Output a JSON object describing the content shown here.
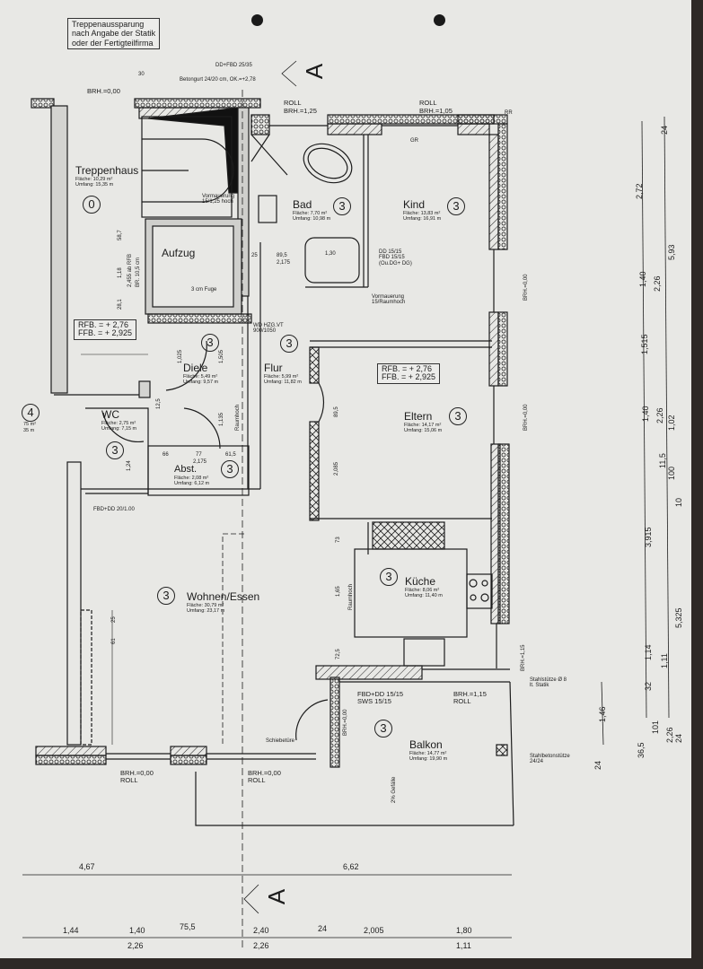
{
  "colors": {
    "paper": "#e8e8e5",
    "ink": "#1c1c1c",
    "background": "#2e2926"
  },
  "callout": {
    "lines": [
      "Treppenaussparung",
      "nach Angabe der Statik",
      "oder der Fertigteilfirma"
    ]
  },
  "section_mark": "A",
  "area_labels": {
    "flaeche": "Fläche:",
    "umfang": "Umfang:"
  },
  "rooms": [
    {
      "name": "Treppenhaus",
      "number": "0",
      "area": "10,29 m²",
      "perimeter": "15,35 m"
    },
    {
      "name": "Bad",
      "number": "3",
      "area": "7,70 m²",
      "perimeter": "10,98 m"
    },
    {
      "name": "Kind",
      "number": "3",
      "area": "13,83 m²",
      "perimeter": "16,91 m"
    },
    {
      "name": "Aufzug"
    },
    {
      "name": "Diele",
      "number": "3",
      "area": "5,49 m²",
      "perimeter": "9,57 m"
    },
    {
      "name": "Flur",
      "number": "3",
      "area": "5,99 m²",
      "perimeter": "11,82 m"
    },
    {
      "name": "WC",
      "number": "3",
      "area": "2,75 m²",
      "perimeter": "7,15 m"
    },
    {
      "name": "Abst.",
      "number": "3",
      "area": "2,08 m²",
      "perimeter": "6,12 m"
    },
    {
      "name": "Eltern",
      "number": "3",
      "area": "14,17 m²",
      "perimeter": "15,06 m"
    },
    {
      "name": "Küche",
      "number": "3",
      "area": "8,06 m²",
      "perimeter": "11,40 m"
    },
    {
      "name": "Wohnen/Essen",
      "number": "3",
      "area": "30,79 m²",
      "perimeter": "23,17 m"
    },
    {
      "name": "Balkon",
      "number": "3",
      "area": "14,77 m²",
      "perimeter": "19,90 m"
    },
    {
      "name": "",
      "number": "4",
      "area": "75 m²",
      "perimeter": "35 m"
    }
  ],
  "levels": {
    "rfb": "RFB. = + 2,76",
    "ffb": "FFB. = + 2,925"
  },
  "notes": {
    "betongurt": "Betongurt 24/20 cm, OK.=+2,78",
    "dd_fbd_top": "DD+FBD 25/35",
    "brh_000": "BRH.=0,00",
    "roll": "ROLL",
    "brh_125": "BRH.=1,25",
    "brh_105": "BRH.=1,05",
    "brh_115": "BRH.=1,15",
    "rr": "RR",
    "gr": "GR",
    "vormauerung_125": "Vormauerung 15/1,25 hoch",
    "dd_bad": [
      "DD 15/15",
      "FBD 15/15",
      "(Ou.DG+ DG)"
    ],
    "vormauerung_raum": [
      "Vormauerung",
      "15/Raumhoch"
    ],
    "fuge": "3 cm Fuge",
    "wd_hzg": [
      "WD HZG.VT",
      "900/1050"
    ],
    "fbd_wc": "FBD+DD 20/1.00",
    "fbd_balkon": [
      "FBD+DD 15/15",
      "SWS 15/15"
    ],
    "schiebetuere": "Schiebetüre",
    "gefaelle": "2% Gefälle",
    "stahlbeton": [
      "Stahlbetonstütze",
      "24/24"
    ],
    "stahlstuetze": [
      "Stahlstütze Ø 8",
      "lt. Statik"
    ],
    "raumhoch": "Raumhoch",
    "aufzug_rfb": "2,455 ab RFB",
    "aufzug_br": "BR. 10,5 cm"
  },
  "dimensions": {
    "bottom_total": [
      "4,67",
      "6,62"
    ],
    "bottom_chain": [
      "1,44",
      "1,40",
      "75,5",
      "2,40",
      "24",
      "2,005",
      "1,80"
    ],
    "bottom_sub": [
      "2,26",
      "2,26",
      "1,11"
    ],
    "right_outer": [
      "24",
      "5,93",
      "5,325",
      "24"
    ],
    "right_chain": [
      "2,72",
      "1,40",
      "1,515",
      "1,40",
      "3,915",
      "1,14",
      "32",
      "1,46",
      "24"
    ],
    "right_sub": [
      "2,26",
      "2,26",
      "1,02",
      "11,5",
      "100",
      "10",
      "1,11",
      "36,5",
      "101",
      "2,26"
    ],
    "interior": [
      "30",
      "58,7",
      "1,18",
      "28,1",
      "3",
      "12",
      "8",
      "25",
      "89,5",
      "2,175",
      "1,30",
      "23",
      "1,025",
      "2,175",
      "1,505",
      "36,5",
      "12,5",
      "77",
      "1,135",
      "66",
      "77",
      "2,175",
      "61,5",
      "1,24",
      "10",
      "75",
      "89,5",
      "2,085",
      "73",
      "1,65",
      "72,5",
      "25",
      "61"
    ]
  }
}
